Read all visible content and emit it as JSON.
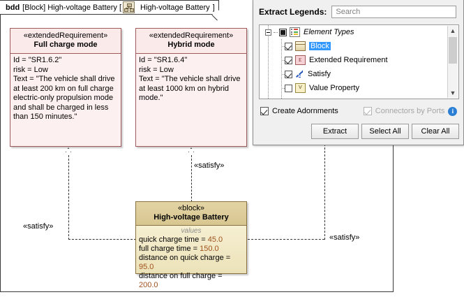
{
  "diagram": {
    "tab": {
      "kind": "bdd",
      "text": "[Block] High-voltage Battery [",
      "icon": "block-definition-diagram-icon",
      "name": "High-voltage Battery",
      "close_bracket": "]"
    },
    "requirements": [
      {
        "stereotype": "«extendedRequirement»",
        "name": "Full charge mode",
        "body": "Id = \"SR1.6.2\"\nrisk = Low\nText = \"The vehicle shall drive at least 200 km on full charge electric-only propulsion mode and shall be charged in less than 150 minutes.\""
      },
      {
        "stereotype": "«extendedRequirement»",
        "name": "Hybrid mode",
        "body": "Id = \"SR1.6.4\"\nrisk = Low\nText = \"The vehicle shall drive at least 1000 km on hybrid mode.\""
      }
    ],
    "block": {
      "stereotype": "«block»",
      "name": "High-voltage Battery",
      "compartment": "values",
      "values": [
        {
          "label": "quick charge time = ",
          "value": "45.0"
        },
        {
          "label": "full charge time = ",
          "value": "150.0"
        },
        {
          "label": "distance on quick charge = ",
          "value": "95.0"
        },
        {
          "label": "distance on full charge = ",
          "value": "200.0"
        }
      ]
    },
    "connector_labels": {
      "left": "«satisfy»",
      "middle": "«satisfy»",
      "right": "«satisfy»"
    }
  },
  "dialog": {
    "title": "Extract Legends:",
    "search": {
      "placeholder": "Search",
      "value": ""
    },
    "tree": {
      "root": {
        "label": "Element Types",
        "expander_icon": "collapse-icon",
        "state_icon": "filled-square-icon",
        "type_icon": "legend-icon"
      },
      "items": [
        {
          "label": "Block",
          "checked": true,
          "selected": true,
          "icon": "block-icon"
        },
        {
          "label": "Extended Requirement",
          "checked": true,
          "selected": false,
          "icon": "extended-requirement-icon"
        },
        {
          "label": "Satisfy",
          "checked": true,
          "selected": false,
          "icon": "satisfy-icon"
        },
        {
          "label": "Value Property",
          "checked": false,
          "selected": false,
          "icon": "value-property-icon"
        }
      ]
    },
    "options": [
      {
        "label": "Create Adornments",
        "checked": true,
        "enabled": true
      },
      {
        "label": "Connectors by Ports",
        "checked": true,
        "enabled": false,
        "info_icon": "info-icon"
      }
    ],
    "buttons": [
      {
        "label": "Extract"
      },
      {
        "label": "Select All"
      },
      {
        "label": "Clear All"
      }
    ],
    "scrollbar": {
      "up_icon": "chevron-up-icon",
      "down_icon": "chevron-down-icon"
    }
  },
  "colors": {
    "requirement_border": "#a05a5a",
    "requirement_fill": "#fdf0f0",
    "block_border": "#8a7240",
    "block_header": "#ddc893",
    "selection_blue": "#3399ff",
    "value_text": "#a0521e"
  }
}
